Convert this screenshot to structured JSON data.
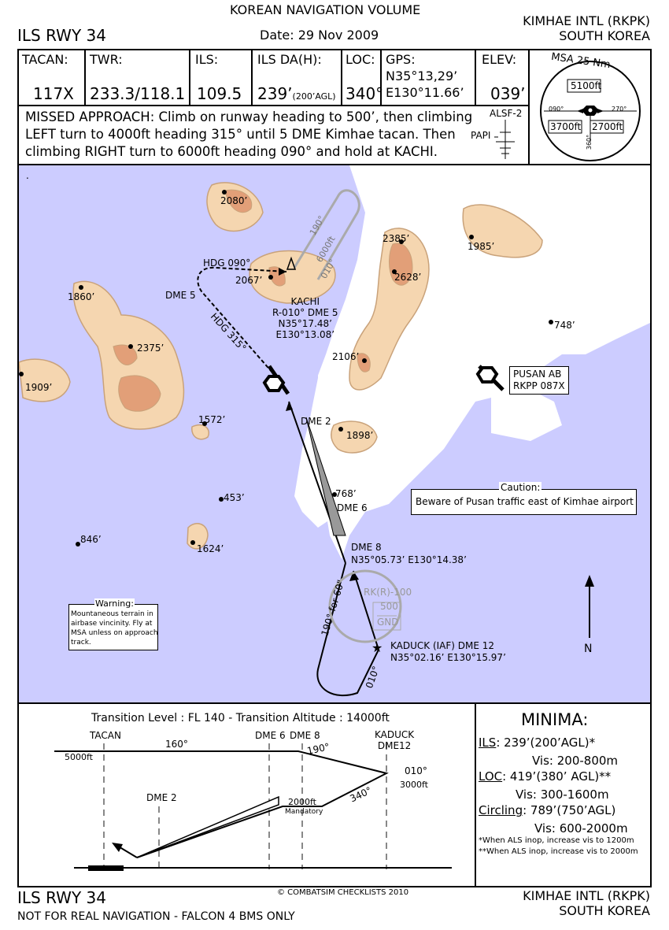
{
  "header": {
    "top_center": "KOREAN NAVIGATION VOLUME",
    "chart_name": "ILS RWY 34",
    "date": "Date: 29 Nov 2009",
    "airport": "KIMHAE INTL (RKPK)",
    "country": "SOUTH KOREA"
  },
  "info": {
    "tacan_label": "TACAN:",
    "tacan_value": "117X",
    "twr_label": "TWR:",
    "twr_value": "233.3/118.1",
    "ils_label": "ILS:",
    "ils_value": "109.5",
    "da_label": "ILS DA(H):",
    "da_value": "239’",
    "da_sub": "(200’AGL)",
    "loc_label": "LOC:",
    "loc_value": "340°",
    "gps_label": "GPS:",
    "gps_lat": "N35°13,29’",
    "gps_lon": "E130°11.66’",
    "elev_label": "ELEV:",
    "elev_value": "039’"
  },
  "missed_approach": {
    "line1": "MISSED APPROACH: Climb on runway heading to 500’, then climbing",
    "line2": "LEFT turn to 4000ft heading 315° until 5 DME Kimhae tacan. Then",
    "line3": "climbing RIGHT turn to 6000ft heading 090° and hold at KACHI."
  },
  "lighting": {
    "alsf": "ALSF-2",
    "papi": "PAPI"
  },
  "msa": {
    "title": "MSA 25 Nm",
    "north": "5100ft",
    "sw": "3700ft",
    "se": "2700ft",
    "bearing_left": "090°",
    "bearing_right": "270°",
    "bearing_bottom": "360°"
  },
  "map": {
    "dot": ".",
    "peaks": [
      "2080’",
      "1860’",
      "2375’",
      "1909’",
      "1572’",
      "2067’",
      "2385’",
      "2628’",
      "1985’",
      "2106’",
      "1898’",
      "748’",
      "768’",
      "453’",
      "846’",
      "1624’"
    ],
    "hdg090": "HDG 090°",
    "dme5": "DME 5",
    "hdg315": "HDG 315°",
    "hold_in": "190°",
    "hold_alt": "6000ft",
    "hold_out": "010°",
    "kachi": [
      "KACHI",
      "R-010° DME 5",
      "N35°17.48’",
      "E130°13.08’"
    ],
    "pusan": [
      "PUSAN AB",
      "RKPP 087X"
    ],
    "dme2": "DME 2",
    "dme6": "DME 6",
    "dme8": "DME 8",
    "dme8_pos": "N35°05.73’ E130°14.38’",
    "caution_title": "Caution:",
    "caution_text": "Beware of Pusan traffic east of Kimhae airport",
    "restricted": "RK(R)-100",
    "restricted_top": "500",
    "restricted_bot": "GND",
    "outbound": "190° for 60\"",
    "kaduck": "KADUCK (IAF) DME 12",
    "kaduck_pos": "N35°02.16’ E130°15.97’",
    "inbound": "010°",
    "warning_title": "Warning:",
    "warning_lines": [
      "Mountaneous terrain in",
      "airbase vincinity. Fly at",
      "MSA unless on approach",
      "track."
    ],
    "north": "N"
  },
  "profile": {
    "transition": "Transition Level : FL 140  -  Transition Altitude : 14000ft",
    "tacan": "TACAN",
    "dme6": "DME 6",
    "dme8": "DME 8",
    "kaduck1": "KADUCK",
    "kaduck2": "DME12",
    "dme2": "DME 2",
    "hdg160": "160°",
    "hdg190": "190°",
    "hdg010": "010°",
    "hdg340": "340°",
    "alt5000": "5000ft",
    "alt3000": "3000ft",
    "alt2000": "2000ft",
    "mandatory": "Mandatory"
  },
  "minima": {
    "title": "MINIMA:",
    "ils_label": "ILS",
    "ils_val": ": 239’(200’AGL)*",
    "ils_vis": "Vis: 200-800m",
    "loc_label": "LOC",
    "loc_val": ": 419’(380’ AGL)**",
    "loc_vis": "Vis: 300-1600m",
    "circ_label": "Circling",
    "circ_val": ": 789’(750’AGL)",
    "circ_vis": "Vis: 600-2000m",
    "note1": "*When ALS inop, increase vis to 1200m",
    "note2": "**When ALS inop, increase vis to 2000m"
  },
  "footer": {
    "chart_name": "ILS RWY 34",
    "copyright": "© COMBATSIM CHECKLISTS 2010",
    "disclaimer": "NOT FOR REAL NAVIGATION - FALCON 4 BMS ONLY",
    "airport": "KIMHAE INTL (RKPK)",
    "country": "SOUTH KOREA"
  },
  "colors": {
    "water": "#ccccff",
    "terrain": "#f5d6b0",
    "terrain_high": "#e29f78",
    "terrain_line": "#c9a27a"
  }
}
